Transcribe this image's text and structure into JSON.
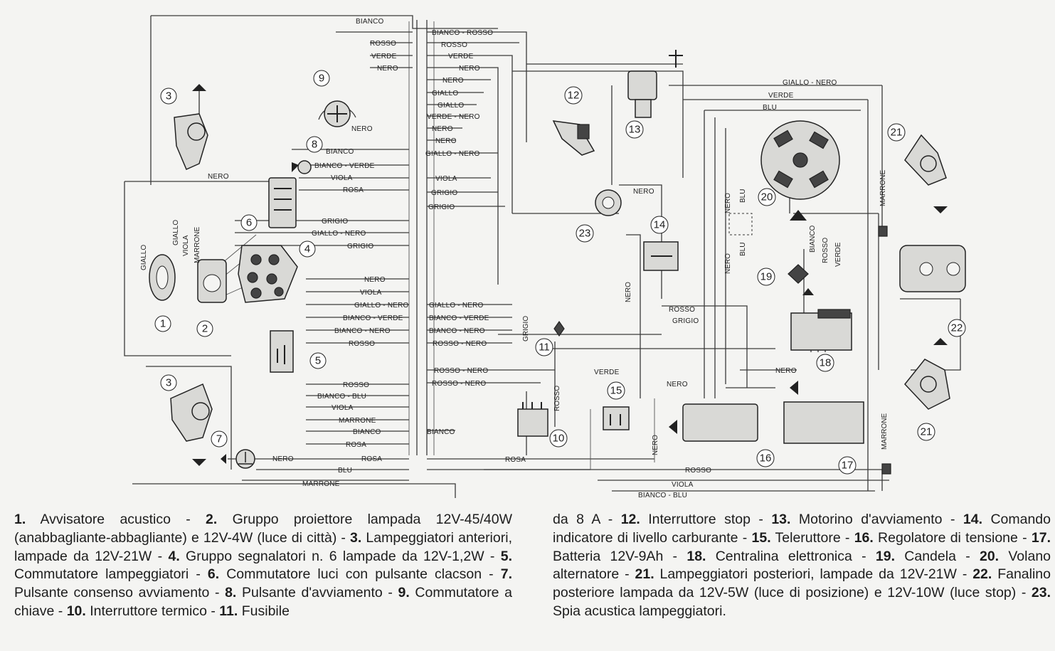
{
  "component_numbers": [
    "1",
    "2",
    "3",
    "3",
    "4",
    "5",
    "6",
    "7",
    "8",
    "9",
    "10",
    "11",
    "12",
    "13",
    "14",
    "15",
    "16",
    "17",
    "18",
    "19",
    "20",
    "21",
    "21",
    "22",
    "23"
  ],
  "wire_labels": {
    "top": [
      "BIANCO",
      "BIANCO - ROSSO",
      "ROSSO",
      "ROSSO",
      "VERDE",
      "VERDE",
      "NERO",
      "NERO",
      "NERO",
      "GIALLO",
      "GIALLO",
      "VERDE - NERO",
      "NERO",
      "NERO",
      "GIALLO - NERO",
      "VIOLA",
      "GRIGIO",
      "GRIGIO"
    ],
    "left": [
      "NERO",
      "BIANCO",
      "BIANCO - VERDE",
      "NERO",
      "VIOLA",
      "ROSA",
      "GRIGIO",
      "GIALLO - NERO",
      "GRIGIO",
      "NERO",
      "VIOLA",
      "GIALLO - NERO",
      "BIANCO - VERDE",
      "BIANCO - NERO",
      "ROSSO"
    ],
    "right_block": [
      "GIALLO - NERO",
      "BIANCO - VERDE",
      "BIANCO - NERO",
      "ROSSO - NERO",
      "ROSSO - NERO",
      "ROSSO - NERO",
      "BIANCO"
    ],
    "bottom_left": [
      "ROSSO",
      "BIANCO - BLU",
      "VIOLA",
      "MARRONE",
      "BIANCO",
      "ROSA",
      "NERO",
      "ROSA",
      "BLU",
      "MARRONE"
    ],
    "vertical_left": [
      "GIALLO",
      "GIALLO",
      "VIOLA",
      "MARRONE"
    ],
    "right_area": [
      "GIALLO - NERO",
      "VERDE",
      "BLU",
      "NERO",
      "NERO",
      "BLU",
      "NERO",
      "BLU",
      "BIANCO",
      "ROSSO",
      "VERDE",
      "MARRONE",
      "MARRONE",
      "ROSSO",
      "GRIGIO",
      "NERO",
      "GRIGIO",
      "ROSSO",
      "VERDE",
      "NERO",
      "NERO",
      "NERO",
      "ROSA",
      "ROSSO",
      "VIOLA",
      "BIANCO - BLU"
    ]
  },
  "caption": {
    "left": [
      {
        "n": "1.",
        "t": " Avvisatore acustico - "
      },
      {
        "n": "2.",
        "t": " Gruppo proiettore lampada 12V-45/40W (anabbagliante-abbagliante) e 12V-4W (luce di città) - "
      },
      {
        "n": "3.",
        "t": " Lampeggiatori anteriori, lampade da 12V-21W - "
      },
      {
        "n": "4.",
        "t": " Gruppo segnalatori n. 6 lampade da 12V-1,2W - "
      },
      {
        "n": "5.",
        "t": " Commutatore lampeggiatori - "
      },
      {
        "n": "6.",
        "t": " Commutatore luci con pulsante clacson - "
      },
      {
        "n": "7.",
        "t": " Pulsante consenso avviamento - "
      },
      {
        "n": "8.",
        "t": " Pulsante d'avviamento - "
      },
      {
        "n": "9.",
        "t": " Commutatore a chiave - "
      },
      {
        "n": "10.",
        "t": " Interruttore termico - "
      },
      {
        "n": "11.",
        "t": " Fusibile"
      }
    ],
    "right": [
      {
        "n": "",
        "t": "da 8 A - "
      },
      {
        "n": "12.",
        "t": " Interruttore stop - "
      },
      {
        "n": "13.",
        "t": " Motorino d'avviamento - "
      },
      {
        "n": "14.",
        "t": " Comando indicatore di livello carburante - "
      },
      {
        "n": "15.",
        "t": " Teleruttore - "
      },
      {
        "n": "16.",
        "t": " Regolatore di tensione - "
      },
      {
        "n": "17.",
        "t": " Batteria 12V-9Ah - "
      },
      {
        "n": "18.",
        "t": " Centralina elettronica - "
      },
      {
        "n": "19.",
        "t": " Candela - "
      },
      {
        "n": "20.",
        "t": " Volano alternatore - "
      },
      {
        "n": "21.",
        "t": " Lampeggiatori posteriori, lampade da 12V-21W - "
      },
      {
        "n": "22.",
        "t": " Fanalino posteriore lampada da 12V-5W (luce di posizione) e 12V-10W (luce stop) - "
      },
      {
        "n": "23.",
        "t": " Spia acustica lampeggiatori."
      }
    ]
  }
}
